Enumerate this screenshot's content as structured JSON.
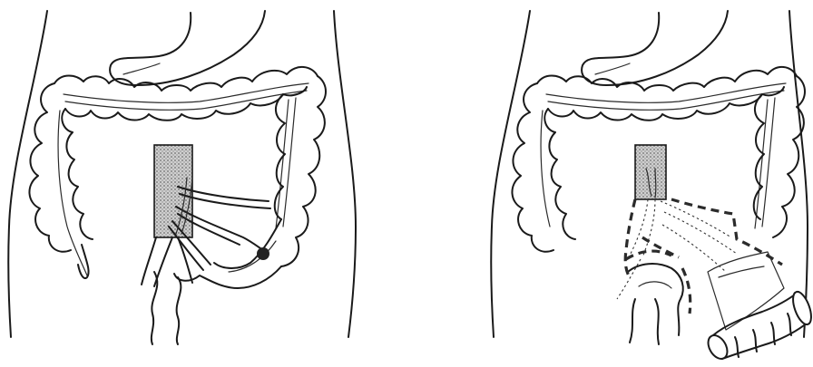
{
  "figure": {
    "panels": [
      {
        "id": "left",
        "depiction": "colon-with-mesenteric-vessels-and-lesion"
      },
      {
        "id": "right",
        "depiction": "colon-with-dashed-resection-lines-and-excised-specimen"
      }
    ],
    "colors": {
      "line": "#1a1a1a",
      "aorta_fill": "#9a9a9a",
      "lesion": "#222222",
      "background": "#ffffff"
    }
  }
}
